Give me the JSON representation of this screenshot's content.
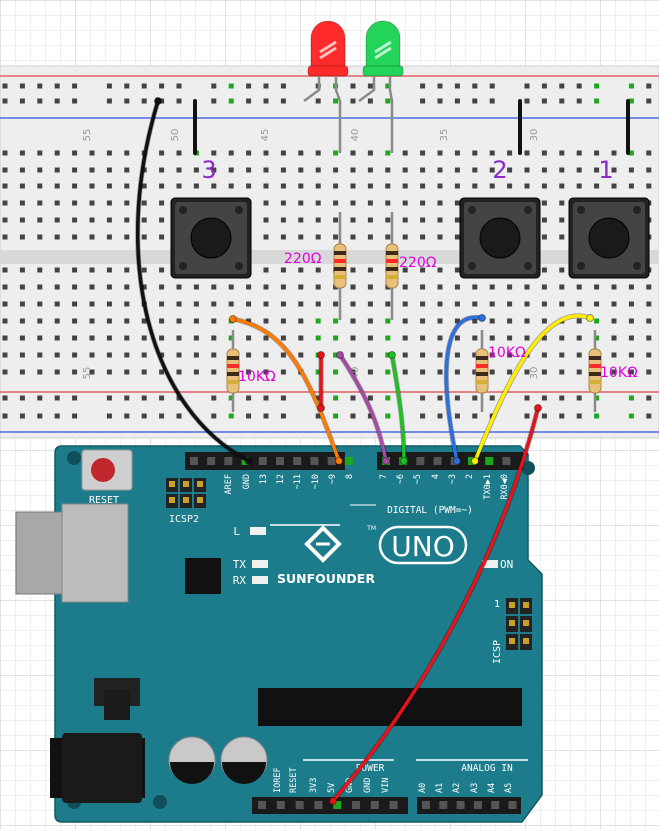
{
  "breadboard": {
    "column_numbers_top": [
      "55",
      "50",
      "45",
      "40",
      "35",
      "30"
    ],
    "column_numbers_bottom": [
      "55",
      "40",
      "30"
    ]
  },
  "buttons": [
    {
      "label": "3"
    },
    {
      "label": "2"
    },
    {
      "label": "1"
    }
  ],
  "resistors": {
    "led_value": "220Ω",
    "pulldown_value": "10KΩ"
  },
  "leds": [
    {
      "color_name": "red",
      "color": "#ff2a2a"
    },
    {
      "color_name": "green",
      "color": "#22d45a"
    }
  ],
  "wires": {
    "black": "#111111",
    "orange": "#ff7a00",
    "red": "#e4141a",
    "purple": "#a54aa5",
    "green": "#1fbf25",
    "blue": "#2d6fe0",
    "yellow": "#ffee00"
  },
  "arduino": {
    "board_color": "#1d7c8c",
    "reset_label": "RESET",
    "icsp2_label": "ICSP2",
    "icsp_label": "ICSP",
    "icsp_pin1": "1",
    "digital_label": "DIGITAL (PWM=~)",
    "brand": "SUNFOUNDER",
    "model": "UNO",
    "tm": "TM",
    "led_l": "L",
    "led_tx": "TX",
    "led_rx": "RX",
    "on_label": "ON",
    "power_label": "POWER",
    "analog_label": "ANALOG IN",
    "digital_pins": [
      "AREF",
      "GND",
      "13",
      "12",
      "~11",
      "~10",
      "~9",
      "8",
      "7",
      "~6",
      "~5",
      "4",
      "~3",
      "2",
      "TX0▶1",
      "RX0◀0"
    ],
    "power_pins": [
      "IOREF",
      "RESET",
      "3V3",
      "5V",
      "GND",
      "GND",
      "VIN"
    ],
    "analog_pins": [
      "A0",
      "A1",
      "A2",
      "A3",
      "A4",
      "A5"
    ]
  }
}
